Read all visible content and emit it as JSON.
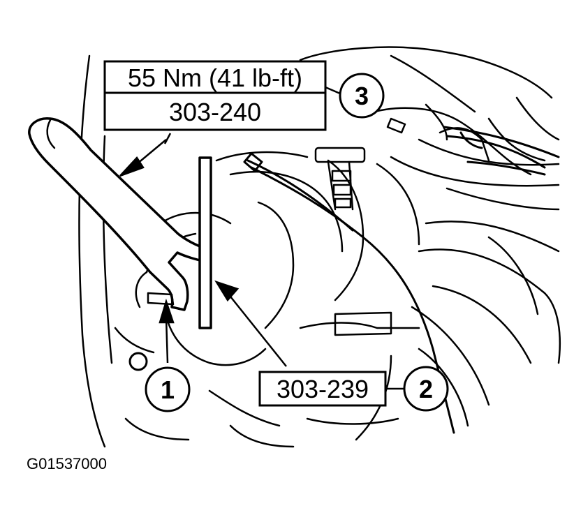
{
  "callouts": {
    "torque_spec": "55 Nm (41 lb-ft)",
    "tool_upper": "303-240",
    "tool_lower": "303-239",
    "number_1": "1",
    "number_2": "2",
    "number_3": "3"
  },
  "figure_id": "G01537000"
}
